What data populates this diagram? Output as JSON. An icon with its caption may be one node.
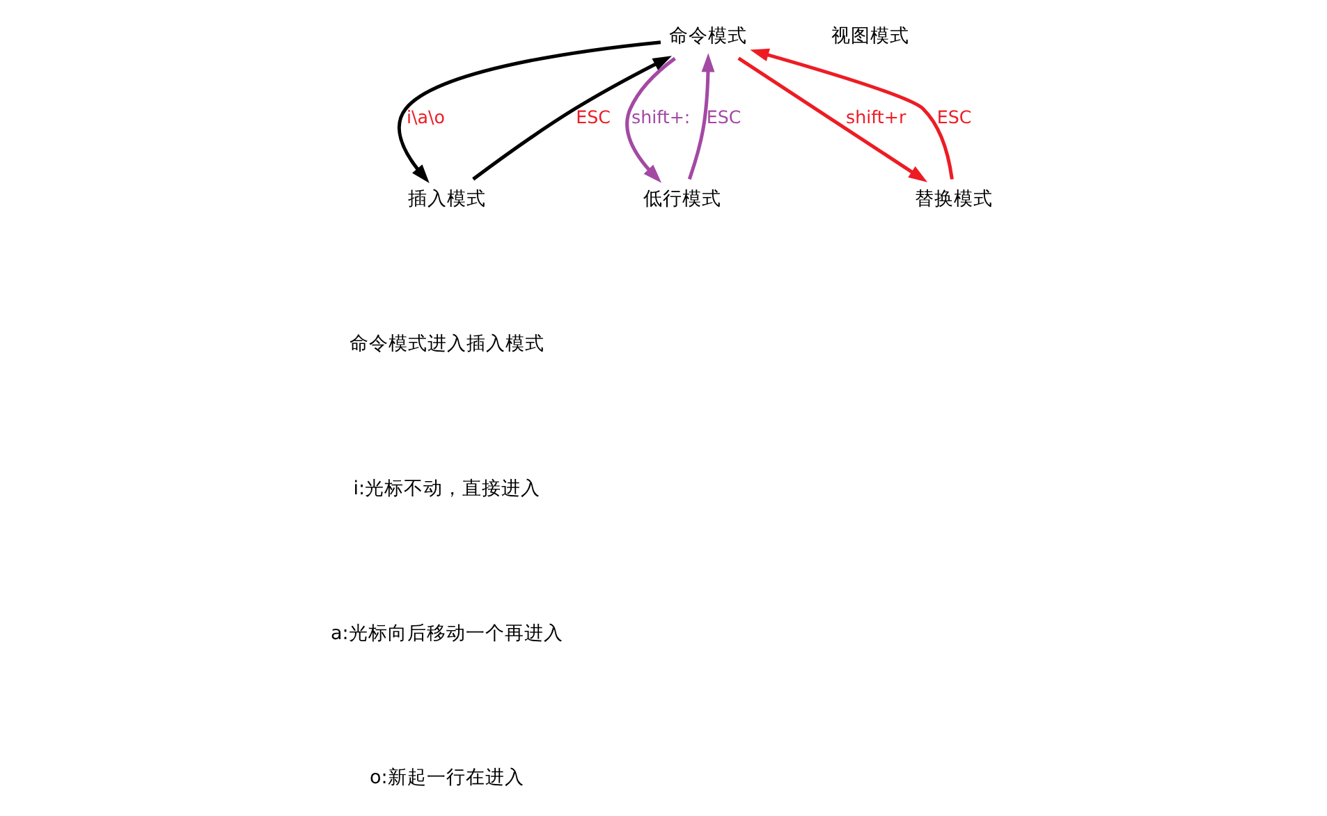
{
  "diagram": {
    "nodes": [
      {
        "text": [
          "命令模式"
        ]
      },
      {
        "text": [
          "插入模式"
        ]
      },
      {
        "text": [
          "低行模式"
        ]
      },
      {
        "text": [
          "替换模式"
        ]
      },
      {
        "text": [
          "视图模式"
        ]
      }
    ],
    "edges": [
      {
        "from": 0,
        "to": 1,
        "arrow": "to",
        "label": "i\\a\\o",
        "color": "#000000"
      },
      {
        "from": 1,
        "to": 0,
        "arrow": "to",
        "label": "ESC",
        "color": "#000000"
      },
      {
        "from": 0,
        "to": 3,
        "arrow": "to",
        "label": "shift+r",
        "color": "#ed1c24"
      },
      {
        "from": 3,
        "to": 0,
        "arrow": "to",
        "label": "ESC",
        "color": "#ed1c24"
      },
      {
        "from": 0,
        "to": 2,
        "arrow": "to",
        "label": "shift+:",
        "color": "#a349a4"
      },
      {
        "from": 2,
        "to": 0,
        "arrow": "to",
        "label": "ESC",
        "color": "#a349a4"
      }
    ],
    "labels": [
      "命令模式进入插入模式",
      "i:光标不动，直接进入",
      "a:光标向后移动一个再进入",
      "o:新起一行在进入"
    ]
  }
}
